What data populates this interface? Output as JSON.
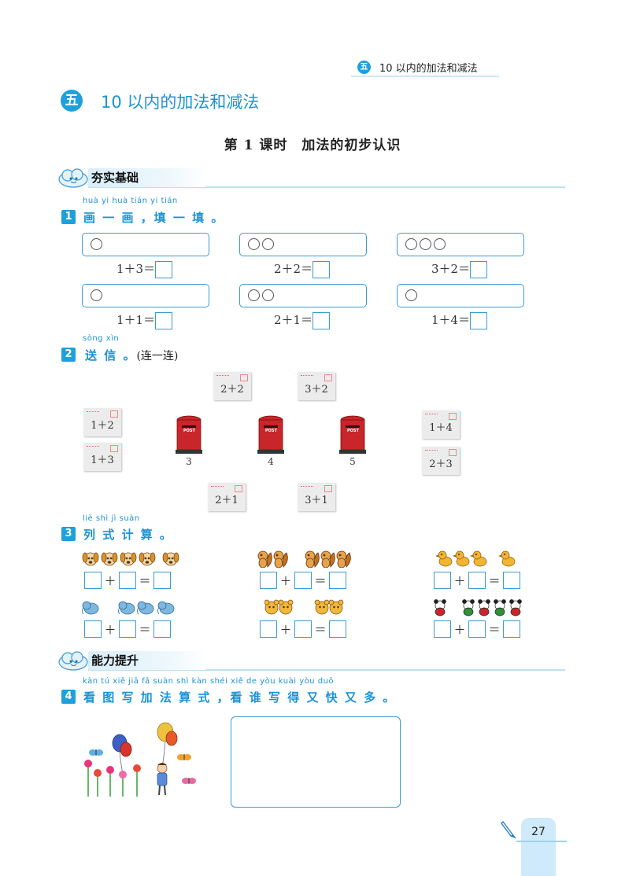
{
  "header": {
    "badge": "五",
    "title": "10 以内的加法和减法"
  },
  "unit": {
    "badge": "五",
    "title": "10 以内的加法和减法"
  },
  "lesson_title": "第 1 课时　加法的初步认识",
  "sections": {
    "basic": "夯实基础",
    "advanced": "能力提升"
  },
  "q1": {
    "num": "1",
    "pinyin": "huà yi huà  tián yi tián",
    "text": "画 一 画 ，填 一 填 。",
    "items": [
      {
        "circles": 1,
        "eq": "1＋3＝"
      },
      {
        "circles": 2,
        "eq": "2＋2＝"
      },
      {
        "circles": 3,
        "eq": "3＋2＝"
      },
      {
        "circles": 1,
        "eq": "1＋1＝"
      },
      {
        "circles": 2,
        "eq": "2＋1＝"
      },
      {
        "circles": 1,
        "eq": "1＋4＝"
      }
    ]
  },
  "q2": {
    "num": "2",
    "pinyin": "sòng xìn",
    "text": "送 信 。",
    "sub": "(连一连)",
    "envelopes": [
      "2＋2",
      "3＋2",
      "1＋2",
      "1＋3",
      "1＋4",
      "2＋3",
      "2＋1",
      "3＋1"
    ],
    "mailboxes": [
      "3",
      "4",
      "5"
    ],
    "mailbox_tag": "POST"
  },
  "q3": {
    "num": "3",
    "pinyin": "liè shì  jì  suàn",
    "text": "列 式 计 算 。",
    "plus": "＋",
    "equals": "＝"
  },
  "q4": {
    "num": "4",
    "pinyin": "kàn tú xiě jiā fǎ suàn shì  kàn shéi xiě de yòu kuài yòu duō",
    "text": "看 图 写 加 法 算 式 ，看 谁 写 得 又 快 又 多 。"
  },
  "page_number": "27",
  "colors": {
    "accent": "#1da0dc",
    "title_blue": "#1a93d6",
    "box_border": "#3b9ad6",
    "mailbox_red": "#c8262b"
  }
}
